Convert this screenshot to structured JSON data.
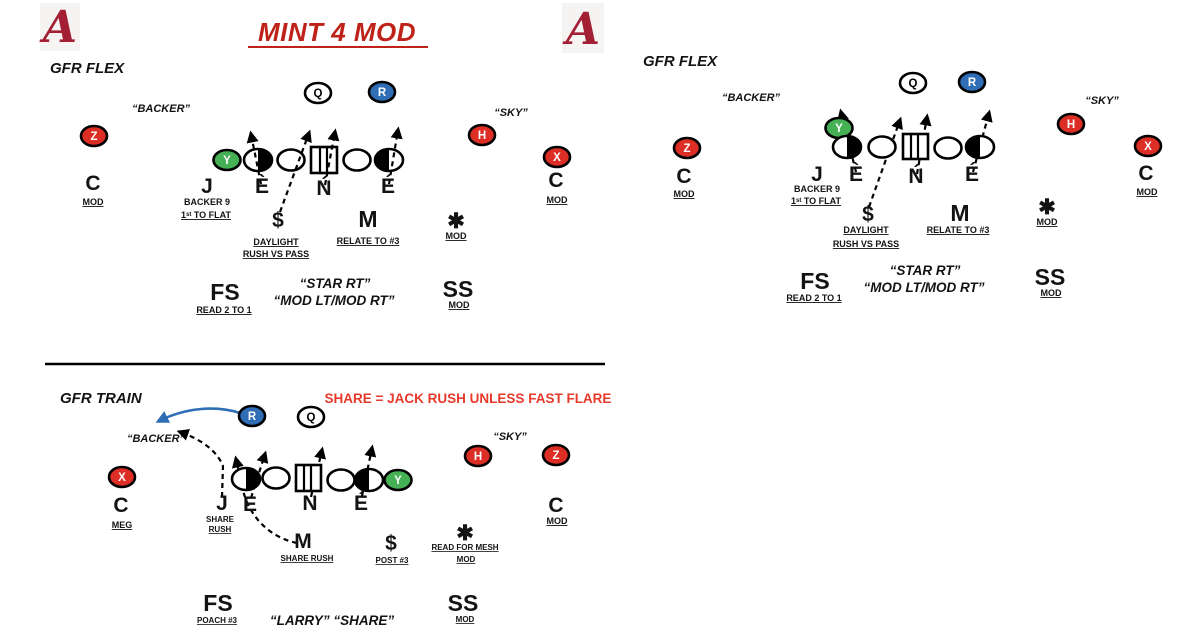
{
  "header": {
    "title": "MINT 4 MOD",
    "logo_letter": "A"
  },
  "players": {
    "q": "Q",
    "r": "R",
    "y": "Y",
    "z": "Z",
    "h": "H",
    "x": "X"
  },
  "flex": {
    "section_label": "GFR FLEX",
    "backer": "“BACKER”",
    "sky": "“SKY”",
    "corner_left": {
      "pos": "C",
      "note": "MOD"
    },
    "corner_right": {
      "pos": "C",
      "note": "MOD"
    },
    "jack": {
      "pos": "J",
      "note1": "BACKER 9",
      "note2": "1ˢᵗ TO FLAT"
    },
    "end_left": "È",
    "nose": "Ń",
    "end_right": "É",
    "money": {
      "pos": "$",
      "note1": "DAYLIGHT",
      "note2": "RUSH VS PASS"
    },
    "mike": {
      "pos": "M",
      "note": "RELATE TO #3"
    },
    "star": {
      "pos": "✱",
      "note": "MOD"
    },
    "free_safety": {
      "pos": "FS",
      "note": "READ 2 TO 1"
    },
    "strong_safety": {
      "pos": "SS",
      "note": "MOD"
    },
    "call1": "“STAR RT”",
    "call2": "“MOD LT/MOD RT”"
  },
  "train": {
    "section_label": "GFR TRAIN",
    "alert": "SHARE = JACK RUSH UNLESS FAST FLARE",
    "backer": "“BACKER”",
    "sky": "“SKY”",
    "corner_left": {
      "pos": "C",
      "note": "MEG"
    },
    "corner_right": {
      "pos": "C",
      "note": "MOD"
    },
    "jack": {
      "pos": "J",
      "note1": "SHARE",
      "note2": "RUSH"
    },
    "end_left": "E",
    "nose": "N",
    "end_right": "É",
    "mike": {
      "pos": "M",
      "note": "SHARE RUSH"
    },
    "money": {
      "pos": "$",
      "note": "POST #3"
    },
    "star": {
      "pos": "✱",
      "note1": "READ FOR MESH",
      "note2": "MOD"
    },
    "free_safety": {
      "pos": "FS",
      "note": "POACH #3"
    },
    "strong_safety": {
      "pos": "SS",
      "note": "MOD"
    },
    "call": "“LARRY” “SHARE”"
  }
}
